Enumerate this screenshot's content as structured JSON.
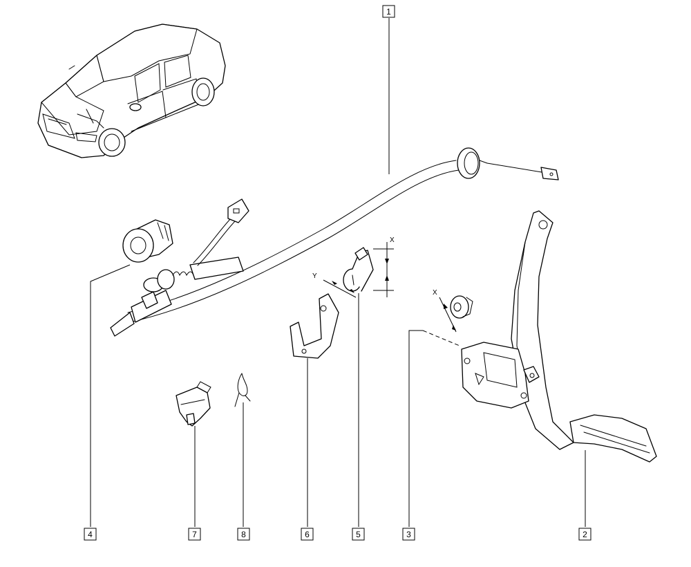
{
  "callouts": [
    {
      "id": "callout-1",
      "label": "1"
    },
    {
      "id": "callout-2",
      "label": "2"
    },
    {
      "id": "callout-3",
      "label": "3"
    },
    {
      "id": "callout-4",
      "label": "4"
    },
    {
      "id": "callout-5",
      "label": "5"
    },
    {
      "id": "callout-6",
      "label": "6"
    },
    {
      "id": "callout-7",
      "label": "7"
    },
    {
      "id": "callout-8",
      "label": "8"
    }
  ],
  "dimension_labels": {
    "x_top": "X",
    "y_left": "Y",
    "x_pedal": "X"
  }
}
